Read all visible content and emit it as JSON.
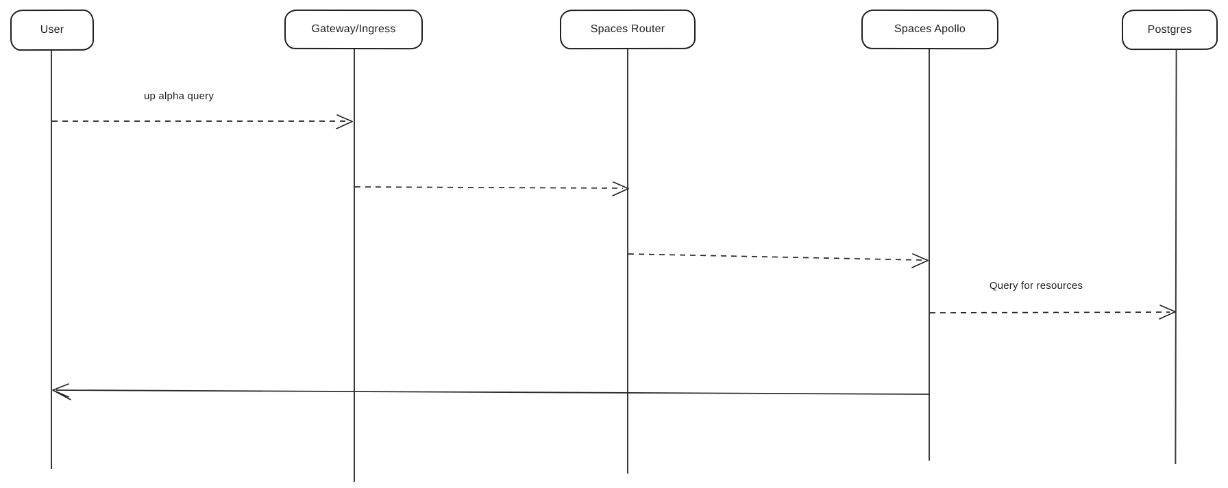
{
  "diagram": {
    "type": "sequence-diagram",
    "background": "#ffffff",
    "stroke_color": "#1e1e1e",
    "actors": [
      {
        "name": "User"
      },
      {
        "name": "Gateway/Ingress"
      },
      {
        "name": "Spaces Router"
      },
      {
        "name": "Spaces Apollo"
      },
      {
        "name": "Postgres"
      }
    ],
    "messages": [
      {
        "from": "User",
        "to": "Gateway/Ingress",
        "label": "up alpha query",
        "line": "dashed",
        "direction": "right"
      },
      {
        "from": "Gateway/Ingress",
        "to": "Spaces Router",
        "label": "",
        "line": "dashed",
        "direction": "right"
      },
      {
        "from": "Spaces Router",
        "to": "Spaces Apollo",
        "label": "",
        "line": "dashed",
        "direction": "right"
      },
      {
        "from": "Spaces Apollo",
        "to": "Postgres",
        "label": "Query for resources",
        "line": "dashed",
        "direction": "right"
      },
      {
        "from": "Spaces Apollo",
        "to": "User",
        "label": "",
        "line": "solid",
        "direction": "left"
      }
    ]
  }
}
